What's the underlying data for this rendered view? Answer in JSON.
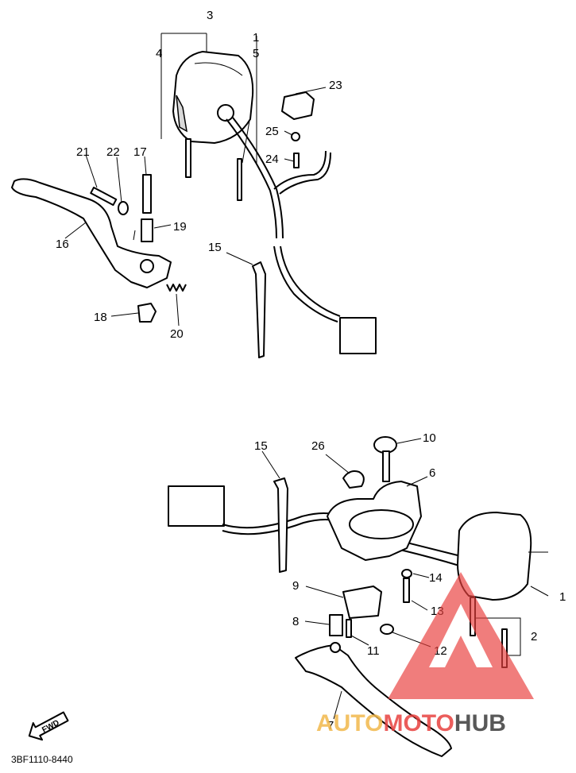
{
  "labels": {
    "l1a": "1",
    "l1b": "1",
    "l2": "2",
    "l3": "3",
    "l4": "4",
    "l5": "5",
    "l6": "6",
    "l7": "7",
    "l8": "8",
    "l9": "9",
    "l10": "10",
    "l11": "11",
    "l12": "12",
    "l13": "13",
    "l14": "14",
    "l15a": "15",
    "l15b": "15",
    "l16": "16",
    "l17": "17",
    "l18": "18",
    "l19": "19",
    "l20": "20",
    "l21": "21",
    "l22": "22",
    "l23": "23",
    "l24": "24",
    "l25": "25",
    "l26": "26"
  },
  "fwd_label": "FWD",
  "diagram_code": "3BF1110-8440",
  "watermark": {
    "brand_part1": "AUTO",
    "brand_part2": "MOTO",
    "brand_part3": "HUB",
    "accent_color": "#e8413f",
    "secondary_color": "#f2b84b",
    "dark_color": "#3b3b3b"
  }
}
